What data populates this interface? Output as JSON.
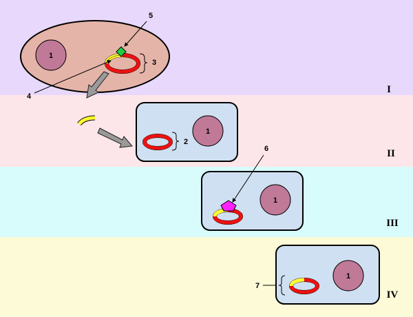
{
  "colors": {
    "band_I": "#e8d8fc",
    "band_II": "#fde6e9",
    "band_III": "#d8fbfc",
    "band_IV": "#fdfbd7",
    "donor_cell": "#e5b4a8",
    "recipient_cell": "#cfe0f2",
    "nucleus": "#c07a98",
    "plasmid": "#ee1111",
    "segment": "#ffff33",
    "green_marker": "#22cc44",
    "magenta_marker": "#ff22ff",
    "arrow": "#9a9a9a"
  },
  "stages": [
    "I",
    "II",
    "III",
    "IV"
  ],
  "labels": {
    "nucleus": "1",
    "l2": "2",
    "l3": "3",
    "l4": "4",
    "l5": "5",
    "l6": "6",
    "l7": "7"
  }
}
